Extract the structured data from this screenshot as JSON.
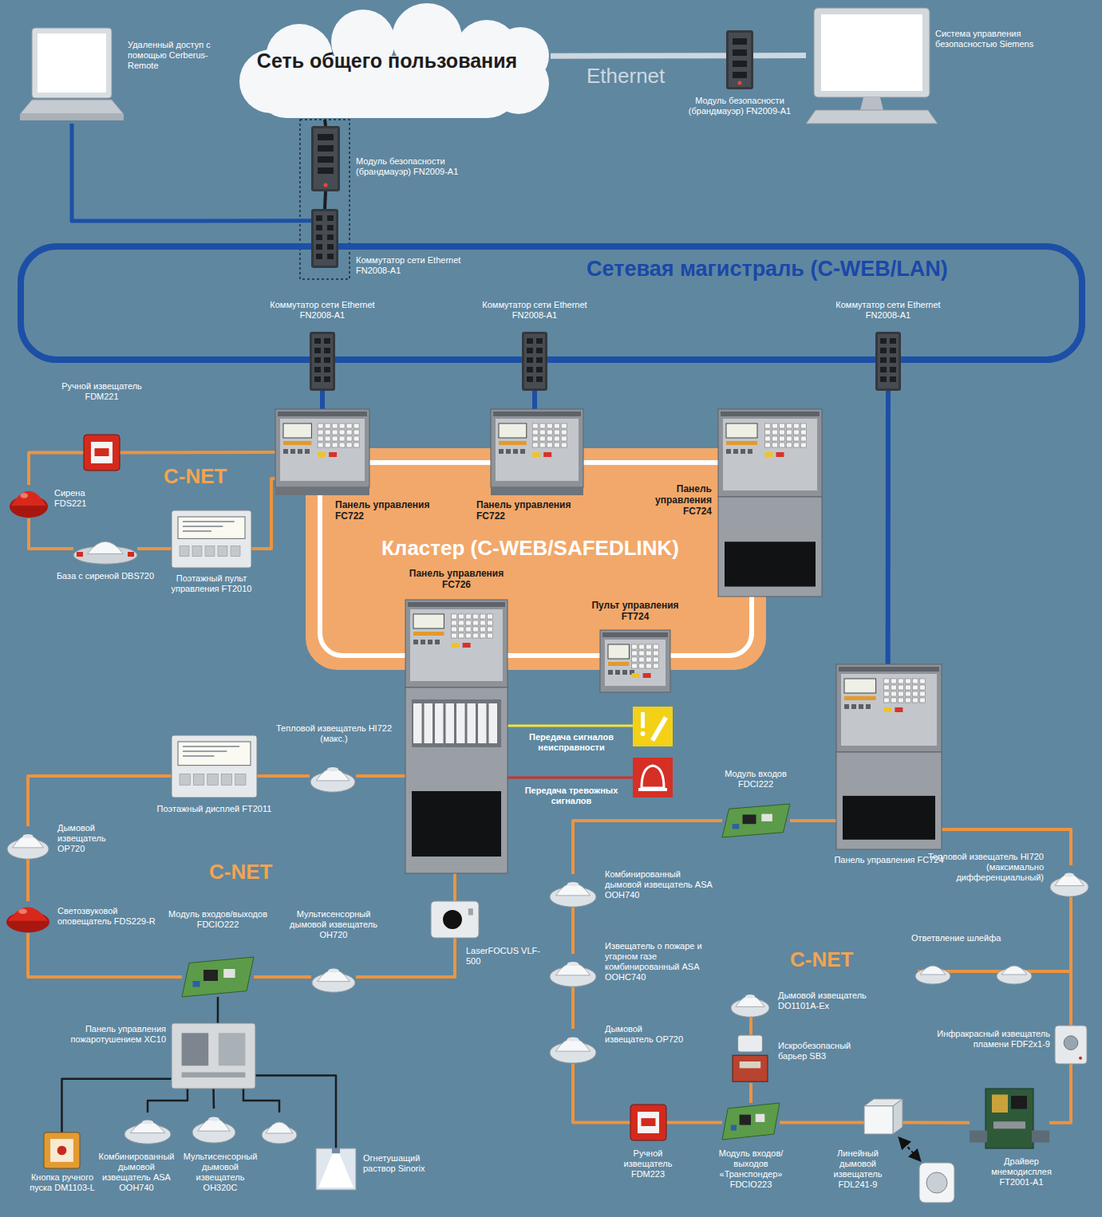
{
  "diagram": {
    "nodes": [
      {
        "text": [
          "Удаленный доступ с помощью Cerberus-Remote"
        ]
      },
      {
        "text": [
          "Сеть общего пользования"
        ]
      },
      {
        "text": [
          "Модуль безопасности (брандмауэр) FN2009-A1"
        ]
      },
      {
        "text": [
          "Система управления безопасностью Siemens"
        ]
      },
      {
        "text": [
          "Модуль безопасности (брандмауэр) FN2009-A1"
        ]
      },
      {
        "text": [
          "Коммутатор сети Ethernet FN2008-A1"
        ]
      },
      {
        "text": [
          "Сетевая магистраль (C-WEB/LAN)"
        ]
      },
      {
        "text": [
          "Коммутатор сети Ethernet FN2008-A1"
        ]
      },
      {
        "text": [
          "Коммутатор сети Ethernet FN2008-A1"
        ]
      },
      {
        "text": [
          "Коммутатор сети Ethernet FN2008-A1"
        ]
      },
      {
        "text": [
          "Ручной извещатель FDM221"
        ]
      },
      {
        "text": [
          "Кластер (C-WEB/SAFEDLINK)"
        ]
      },
      {
        "text": [
          "Панель управления FC722"
        ],
        "in": 11
      },
      {
        "text": [
          "Панель управления FC722"
        ],
        "in": 11
      },
      {
        "text": [
          "Панель управления FC724"
        ],
        "in": 11
      },
      {
        "text": [
          "Сирена FDS221"
        ]
      },
      {
        "text": [
          "База с сиреной DBS720"
        ]
      },
      {
        "text": [
          "Поэтажный пульт управления FT2010"
        ]
      },
      {
        "text": [
          "Панель управления FC726"
        ],
        "in": 11
      },
      {
        "text": [
          "Пульт управления FT724"
        ],
        "in": 11
      },
      {
        "text": [
          "Тепловой извещатель HI722 (макс.)"
        ]
      },
      {
        "text": [
          "Поэтажный дисплей FT2011"
        ]
      },
      {
        "text": [
          "Модуль входов FDCI222"
        ]
      },
      {
        "text": [
          "Панель управления FC724"
        ]
      },
      {
        "text": [
          "Дымовой извещатель OP720"
        ]
      },
      {
        "text": [
          "Светозвуковой оповещатель FDS229-R"
        ]
      },
      {
        "text": [
          "Модуль входов/выходов FDCIO222"
        ]
      },
      {
        "text": [
          "Мультисенсорный дымовой извещатель OH720"
        ]
      },
      {
        "text": [
          "LaserFOCUS VLF-500"
        ]
      },
      {
        "text": [
          "Панель управления пожаротушением XC10"
        ]
      },
      {
        "text": [
          "Кнопка ручного пуска DM1103-L"
        ]
      },
      {
        "text": [
          "Комбинированный дымовой извещатель ASA OOH740"
        ]
      },
      {
        "text": [
          "Мультисенсорный дымовой извещатель OH320C"
        ]
      },
      {
        "text": [
          "Огнетушащий раствор Sinorix"
        ]
      },
      {
        "text": [
          "Комбинированный дымовой извещатель ASA OOH740"
        ]
      },
      {
        "text": [
          "Извещатель о пожаре и угарном газе комбинированный ASA OOHC740"
        ]
      },
      {
        "text": [
          "Тепловой извещатель HI720 (максимально дифференциальный)"
        ]
      },
      {
        "text": [
          "Дымовой извещатель DO1101A-Ex"
        ]
      },
      {
        "text": [
          "Искробезопасный барьер SB3"
        ]
      },
      {
        "text": [
          "Инфракрасный извещатель пламени FDF2x1-9"
        ]
      },
      {
        "text": [
          "Дымовой извещатель OP720"
        ]
      },
      {
        "text": [
          "Ручной извещатель FDM223"
        ]
      },
      {
        "text": [
          "Модуль входов/выходов «Транспондер» FDCIO223"
        ]
      },
      {
        "text": [
          "Линейный дымовой извещатель FDL241-9"
        ]
      },
      {
        "text": [
          "Драйвер мнемодисплея FT2001-A1"
        ]
      }
    ],
    "edges": [
      {
        "from": 0,
        "to": 5,
        "arrow": "none"
      },
      {
        "from": 1,
        "to": 2,
        "label": "Ethernet",
        "arrow": "none"
      },
      {
        "from": 2,
        "to": 3,
        "arrow": "none"
      },
      {
        "from": 1,
        "to": 4,
        "arrow": "none"
      },
      {
        "from": 4,
        "to": 5,
        "arrow": "none"
      },
      {
        "from": 7,
        "to": 12,
        "arrow": "none"
      },
      {
        "from": 8,
        "to": 13,
        "arrow": "none"
      },
      {
        "from": 9,
        "to": 23,
        "arrow": "none"
      },
      {
        "from": 12,
        "to": 10,
        "arrow": "none"
      },
      {
        "from": 10,
        "to": 15,
        "arrow": "none"
      },
      {
        "from": 15,
        "to": 16,
        "arrow": "none"
      },
      {
        "from": 16,
        "to": 17,
        "arrow": "none"
      },
      {
        "from": 17,
        "to": 12,
        "arrow": "none"
      },
      {
        "from": 18,
        "to": 20,
        "arrow": "none"
      },
      {
        "from": 20,
        "to": 21,
        "arrow": "none"
      },
      {
        "from": 21,
        "to": 24,
        "arrow": "none"
      },
      {
        "from": 24,
        "to": 25,
        "arrow": "none"
      },
      {
        "from": 25,
        "to": 26,
        "arrow": "none"
      },
      {
        "from": 26,
        "to": 27,
        "arrow": "none"
      },
      {
        "from": 27,
        "to": 28,
        "arrow": "none"
      },
      {
        "from": 28,
        "to": 18,
        "arrow": "none"
      },
      {
        "from": 26,
        "to": 29,
        "arrow": "none"
      },
      {
        "from": 29,
        "to": 30,
        "arrow": "none"
      },
      {
        "from": 29,
        "to": 31,
        "arrow": "none"
      },
      {
        "from": 29,
        "to": 32,
        "arrow": "none"
      },
      {
        "from": 29,
        "to": 33,
        "arrow": "none"
      },
      {
        "from": 23,
        "to": 22,
        "arrow": "none"
      },
      {
        "from": 22,
        "to": 34,
        "arrow": "none"
      },
      {
        "from": 34,
        "to": 35,
        "arrow": "none"
      },
      {
        "from": 35,
        "to": 40,
        "arrow": "none"
      },
      {
        "from": 40,
        "to": 41,
        "arrow": "none"
      },
      {
        "from": 41,
        "to": 42,
        "arrow": "none"
      },
      {
        "from": 42,
        "to": 43,
        "arrow": "none"
      },
      {
        "from": 43,
        "to": 44,
        "arrow": "none"
      },
      {
        "from": 44,
        "to": 39,
        "arrow": "none"
      },
      {
        "from": 39,
        "to": 36,
        "arrow": "none"
      },
      {
        "from": 36,
        "to": 23,
        "arrow": "none"
      },
      {
        "from": 42,
        "to": 38,
        "arrow": "none"
      },
      {
        "from": 38,
        "to": 37,
        "arrow": "none"
      }
    ],
    "labels": [
      "C-NET",
      "Передача сигналов неисправности",
      "Передача тревожных сигналов",
      "C-NET",
      "Ответвление шлейфа",
      "C-NET"
    ]
  }
}
